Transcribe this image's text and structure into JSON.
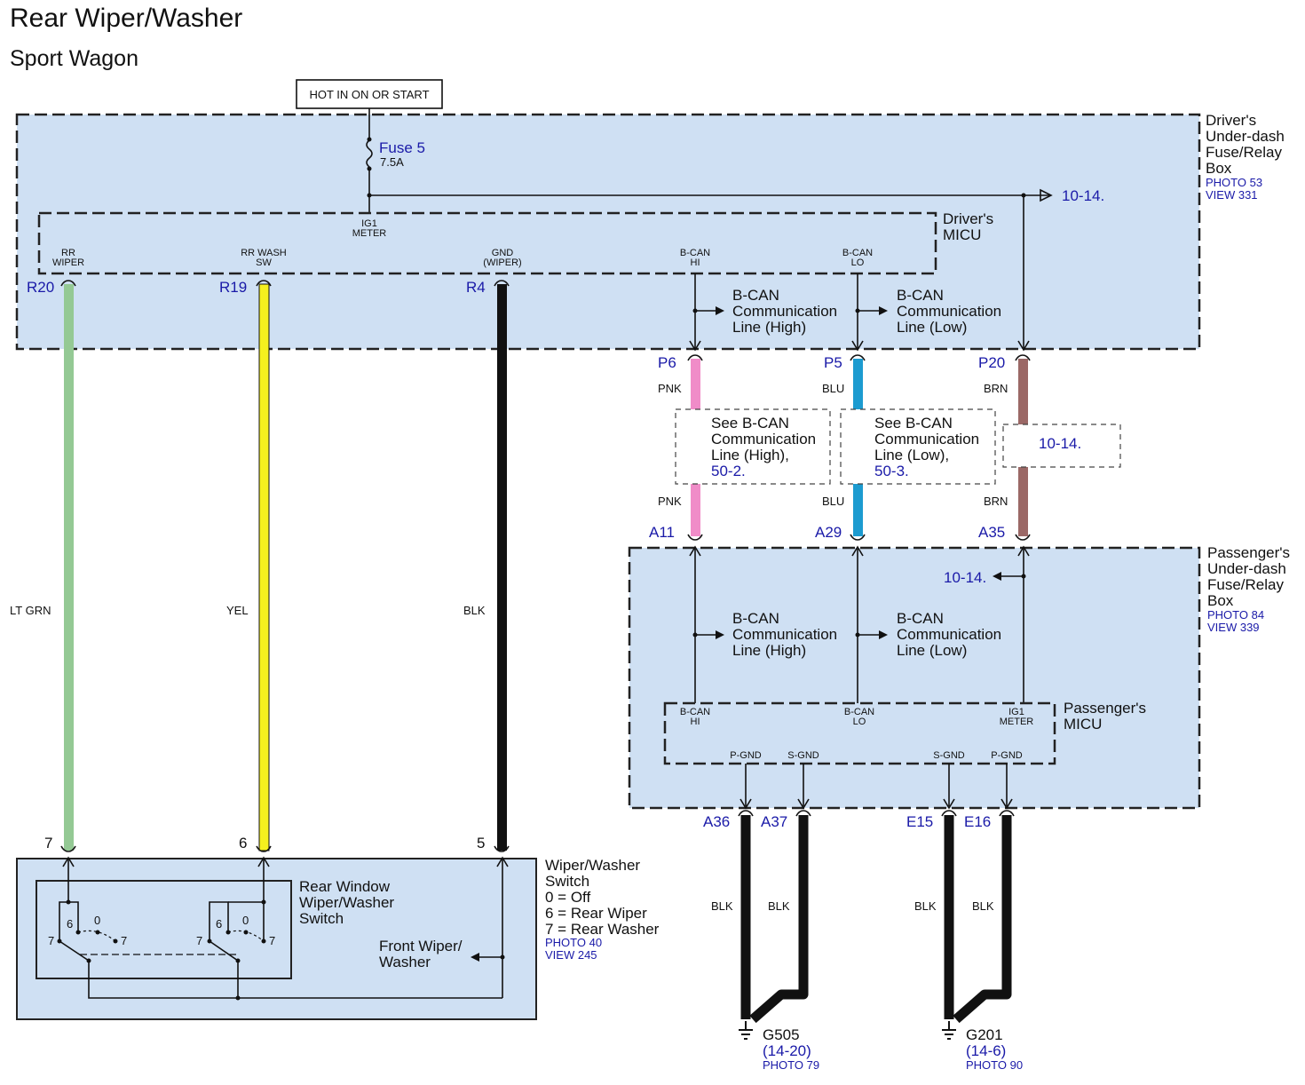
{
  "title": "Rear Wiper/Washer",
  "subtitle": "Sport Wagon",
  "power_source": "HOT IN ON OR START",
  "fuse": {
    "name": "Fuse 5",
    "rating": "7.5A"
  },
  "ref_10_14": "10-14.",
  "drivers_box": {
    "name": [
      "Driver's",
      "Under-dash",
      "Fuse/Relay",
      "Box"
    ],
    "photo": "PHOTO 53",
    "view": "VIEW 331"
  },
  "drivers_micu": {
    "name": [
      "Driver's",
      "MICU"
    ],
    "ig1_pin": [
      "IG1",
      "METER"
    ],
    "pins": [
      {
        "label": [
          "RR",
          "WIPER"
        ]
      },
      {
        "label": [
          "RR WASH",
          "SW"
        ]
      },
      {
        "label": [
          "GND",
          "(WIPER)"
        ]
      },
      {
        "label": [
          "B-CAN",
          "HI"
        ]
      },
      {
        "label": [
          "B-CAN",
          "LO"
        ]
      }
    ]
  },
  "bcan_high": [
    "B-CAN",
    "Communication",
    "Line (High)"
  ],
  "bcan_low": [
    "B-CAN",
    "Communication",
    "Line (Low)"
  ],
  "connectors_top": {
    "r20": "R20",
    "r19": "R19",
    "r4": "R4",
    "p6": "P6",
    "p5": "P5",
    "p20": "P20"
  },
  "connectors_mid": {
    "a11": "A11",
    "a29": "A29",
    "a35": "A35"
  },
  "wire_colors": {
    "lt_grn": "LT GRN",
    "yel": "YEL",
    "blk": "BLK",
    "pnk": "PNK",
    "blu": "BLU",
    "brn": "BRN"
  },
  "see_high": {
    "text": [
      "See B-CAN",
      "Communication",
      "Line (High),"
    ],
    "ref": "50-2."
  },
  "see_low": {
    "text": [
      "See B-CAN",
      "Communication",
      "Line (Low),"
    ],
    "ref": "50-3."
  },
  "passengers_box": {
    "name": [
      "Passenger's",
      "Under-dash",
      "Fuse/Relay",
      "Box"
    ],
    "photo": "PHOTO 84",
    "view": "VIEW 339"
  },
  "passengers_micu": {
    "name": [
      "Passenger's",
      "MICU"
    ],
    "pins_top": [
      [
        "B-CAN",
        "HI"
      ],
      [
        "B-CAN",
        "LO"
      ],
      [
        "IG1",
        "METER"
      ]
    ],
    "pins_bottom": [
      "P-GND",
      "S-GND",
      "S-GND",
      "P-GND"
    ]
  },
  "ground_connectors": {
    "a36": "A36",
    "a37": "A37",
    "e15": "E15",
    "e16": "E16"
  },
  "grounds": [
    {
      "name": "G505",
      "ref": "(14-20)",
      "photo": "PHOTO 79"
    },
    {
      "name": "G201",
      "ref": "(14-6)",
      "photo": "PHOTO 90"
    }
  ],
  "switch_pins": {
    "p7": "7",
    "p6": "6",
    "p5": "5"
  },
  "switch": {
    "name": [
      "Wiper/Washer",
      "Switch"
    ],
    "legend": [
      "0 = Off",
      "6 = Rear Wiper",
      "7 = Rear Washer"
    ],
    "photo": "PHOTO 40",
    "view": "VIEW 245"
  },
  "rear_switch": [
    "Rear Window",
    "Wiper/Washer",
    "Switch"
  ],
  "front_wiper": [
    "Front Wiper/",
    "Washer"
  ],
  "contact_labels": {
    "zero": "0",
    "six": "6",
    "seven": "7"
  },
  "colors": {
    "box_fill": "#cfe0f3",
    "lt_grn": "#94c994",
    "yel": "#f5f01e",
    "blk": "#111111",
    "pnk": "#f08cc8",
    "blu": "#1c9bd0",
    "brn": "#9b6866",
    "ref_blue": "#1a1aa8"
  }
}
